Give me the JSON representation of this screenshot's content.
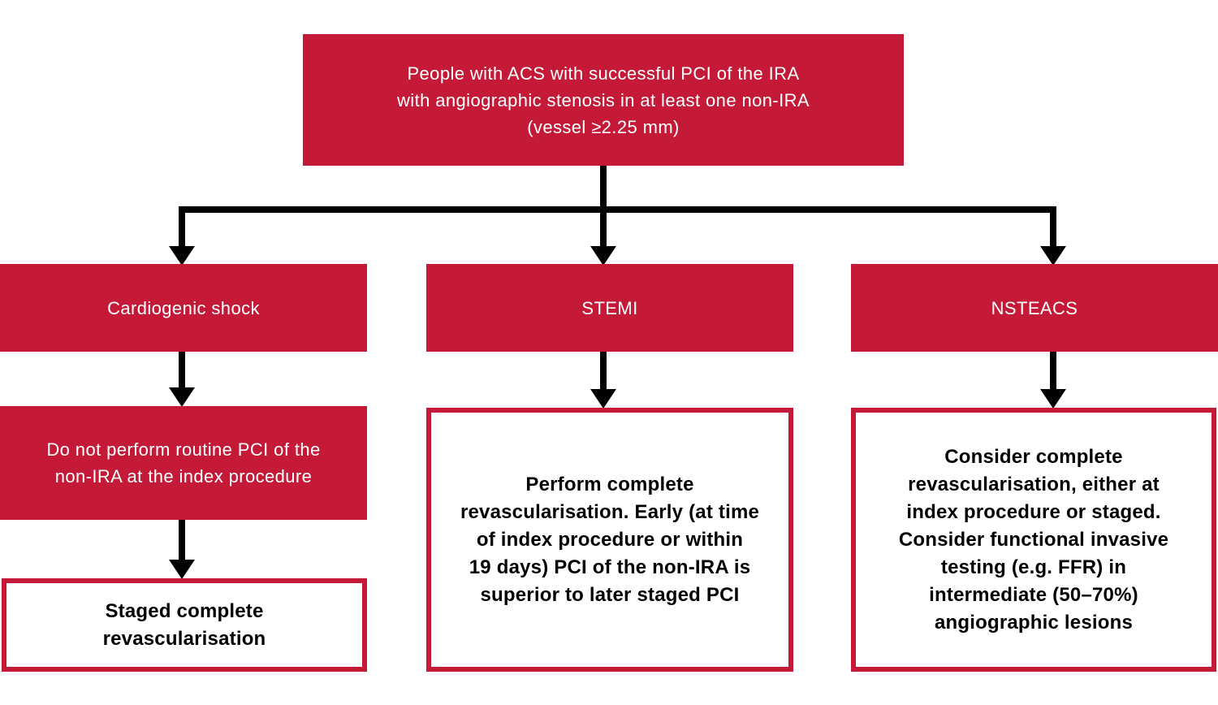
{
  "palette": {
    "red": "#C41A38",
    "black": "#000000",
    "white": "#FFFFFF"
  },
  "flowchart": {
    "root": {
      "lines": [
        "People with ACS with successful PCI of the IRA",
        "with angiographic stenosis in at least one non-IRA",
        "(vessel ≥2.25 mm)"
      ],
      "text": "People with ACS with successful PCI of the IRA with angiographic stenosis in at least one non-IRA (vessel ≥2.25 mm)"
    },
    "branches": [
      {
        "id": "cardiogenic-shock",
        "label": "Cardiogenic shock"
      },
      {
        "id": "stemi",
        "label": "STEMI"
      },
      {
        "id": "nsteacs",
        "label": "NSTEACS"
      }
    ],
    "cardiogenic_action": {
      "lines": [
        "Do not perform routine PCI of the",
        "non-IRA at the index procedure"
      ],
      "text": "Do not perform routine PCI of the non-IRA at the index procedure"
    },
    "cardiogenic_outcome": {
      "lines": [
        "Staged complete",
        "revascularisation"
      ],
      "text": "Staged complete revascularisation"
    },
    "stemi_action": {
      "lines": [
        "Perform complete",
        "revascularisation. Early (at time",
        "of index procedure or within",
        "19 days) PCI of the non-IRA is",
        "superior to later staged PCI"
      ],
      "text": "Perform complete revascularisation. Early (at time of index procedure or within 19 days) PCI of the non-IRA is superior to later staged PCI"
    },
    "nsteacs_action": {
      "lines": [
        "Consider complete",
        "revascularisation, either at",
        "index procedure or staged.",
        "Consider functional invasive",
        "testing (e.g. FFR) in",
        "intermediate (50–70%)",
        "angiographic lesions"
      ],
      "text": "Consider complete revascularisation, either at index procedure or staged. Consider functional invasive testing (e.g. FFR) in intermediate (50–70%) angiographic lesions"
    }
  }
}
